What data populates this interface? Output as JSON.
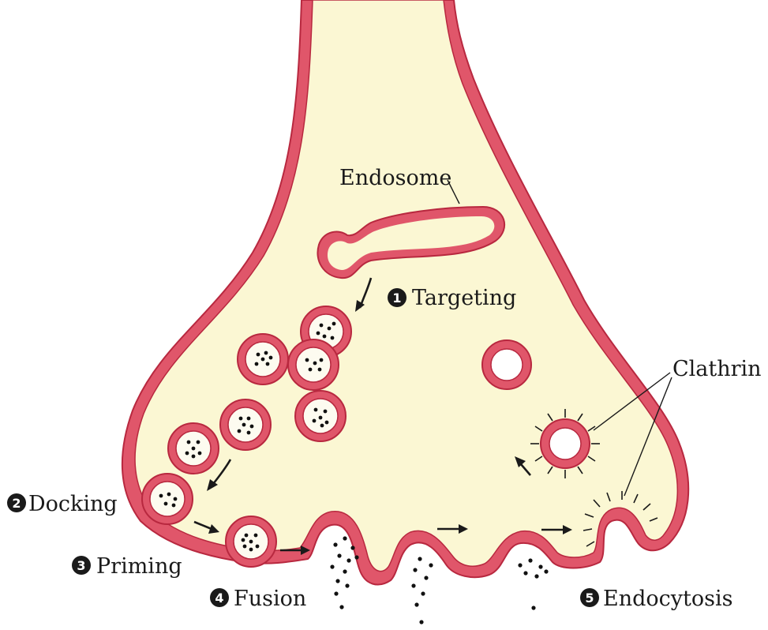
{
  "labels": {
    "endosome": "Endosome",
    "targeting": "Targeting",
    "docking": "Docking",
    "priming": "Priming",
    "fusion": "Fusion",
    "endocytosis": "Endocytosis",
    "clathrin": "Clathrin"
  },
  "step_numbers": {
    "targeting": "1",
    "docking": "2",
    "priming": "3",
    "fusion": "4",
    "endocytosis": "5"
  },
  "colors": {
    "membrane": "#e0566a",
    "membrane_edge": "#b8283f",
    "cytoplasm": "#fbf7d3",
    "vesicle_lumen": "#fdfbf0",
    "ink": "#1a1a1a"
  }
}
